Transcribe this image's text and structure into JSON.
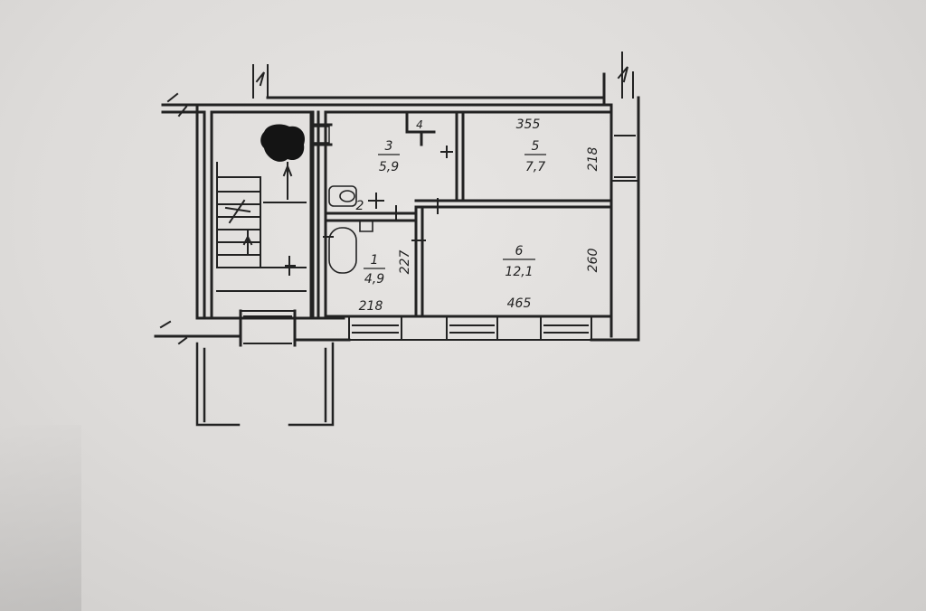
{
  "rooms": [
    {
      "number": "1",
      "area": "4,9"
    },
    {
      "number": "2"
    },
    {
      "number": "3",
      "area": "5,9"
    },
    {
      "number": "4"
    },
    {
      "number": "5",
      "area": "7,7"
    },
    {
      "number": "6",
      "area": "12,1"
    }
  ],
  "dimensions": {
    "room5_width": "355",
    "room5_depth": "218",
    "room6_depth": "260",
    "room1_depth": "227",
    "room1_width": "218",
    "room6_width": "465"
  },
  "colors": {
    "ink": "#222222",
    "paper": "#dcdad8",
    "redaction": "#141414"
  }
}
